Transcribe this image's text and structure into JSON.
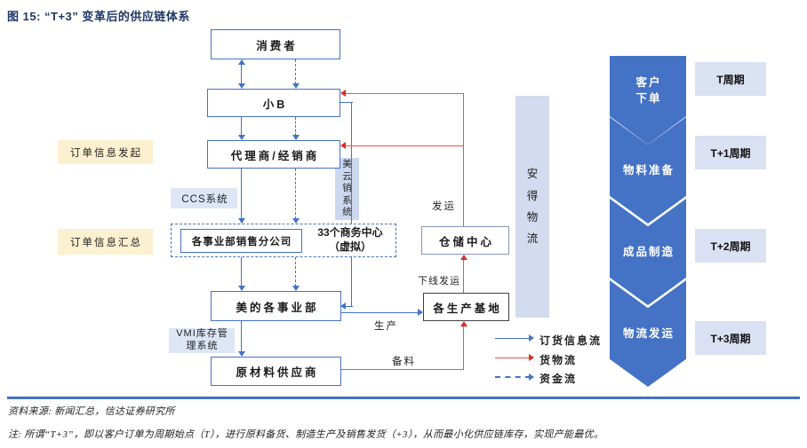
{
  "title": "图 15: “T+3” 变革后的供应链体系",
  "nodes": {
    "consumer": "消费者",
    "small_b": "小B",
    "agent": "代理商/经销商",
    "sales_branch": "各事业部销售分公司",
    "business_center": {
      "line1": "33个商务中心",
      "line2": "（虚拟）"
    },
    "midea_bu": "美的各事业部",
    "raw_supplier": "原材料供应商",
    "warehouse": "仓储中心",
    "production_base": "各生产基地"
  },
  "system_labels": {
    "order_initiate": "订单信息发起",
    "order_summary": "订单信息汇总",
    "ccs": "CCS系统",
    "vmi": {
      "line1": "VMI库存管",
      "line2": "理系统"
    },
    "meiyunxiao": "美云销系统",
    "ande_logistics": "安得物流"
  },
  "edge_labels": {
    "ship": "发运",
    "offline_ship": "下线发运",
    "produce": "生产",
    "prepare_material": "备料"
  },
  "legend": {
    "items": [
      {
        "label": "订货信息流",
        "style": "solid-blue",
        "color": "#4472C4"
      },
      {
        "label": "货物流",
        "style": "solid-red",
        "color": "#E8534E"
      },
      {
        "label": "资金流",
        "style": "dashed-blue",
        "color": "#4472C4"
      }
    ]
  },
  "timeline": {
    "steps": [
      {
        "line1": "客户",
        "line2": "下单",
        "period": "T周期"
      },
      {
        "line1": "物料准备",
        "period": "T+1周期"
      },
      {
        "line1": "成品制造",
        "period": "T+2周期"
      },
      {
        "line1": "物流发运",
        "period": "T+3周期"
      }
    ]
  },
  "footer": {
    "source": "资料来源: 新闻汇总，信达证券研究所",
    "note": "注: 所谓“T+3”，即以客户订单为周期始点（T），进行原料备货、制造生产及销售发货（+3），从而最小化供应链库存，实现产能最优。"
  },
  "colors": {
    "accent_navy": "#1F3864",
    "info_flow_blue": "#4472C4",
    "goods_flow_red": "#E8534E",
    "chevron_blue": "#4472C4",
    "label_yellow": "#FBF0CF",
    "label_light_blue": "#DCE6F5"
  }
}
